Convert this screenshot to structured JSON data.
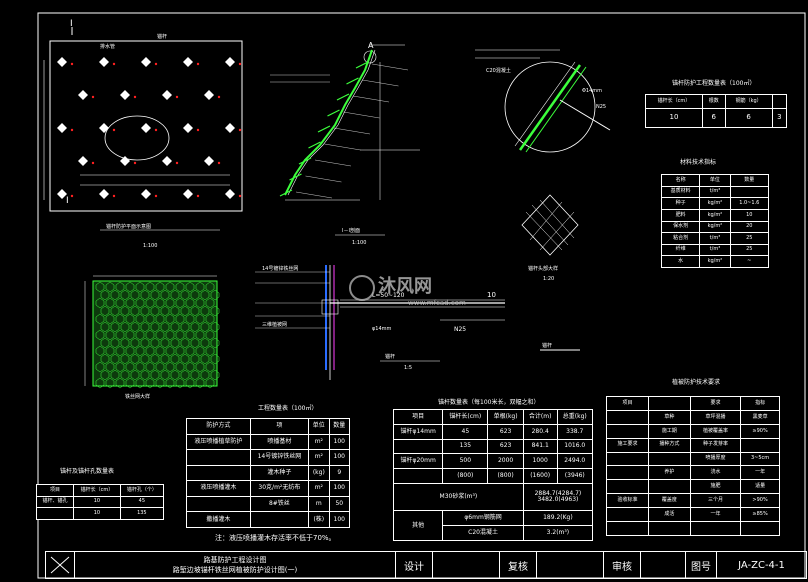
{
  "drawing": {
    "label_I_top": "I",
    "label_I_bottom": "I",
    "note_anchor": "锚杆",
    "note_pipe": "排水管",
    "plan_title": "锚杆防护平面示意图",
    "plan_scale": "1:100",
    "section_title": "I－I剖面",
    "section_scale": "1:100",
    "label_A": "A",
    "net_title": "铁丝网大样",
    "detail_title": "锚杆头部大样",
    "detail_scale": "1:20",
    "mid_anchor_len": "L=50~120",
    "mid_dim": "10",
    "mid_bar": "φ14mm",
    "mid_nail": "N25",
    "mid_title": "锚杆",
    "mid_scale": "1:5",
    "tiny_label": "锚杆",
    "watermark": "沐风网",
    "watermark_url": "www.mfcad.com",
    "note_left_1": "14号镀锌铁丝网",
    "note_left_2": "三维植被网",
    "note_right_1": "C20混凝土",
    "note_right_2": "Φ14mm",
    "note_right_3": "N25"
  },
  "table_top_right": {
    "title": "锚杆防护工程数量表（100㎡）",
    "headers": [
      "锚杆长（cm）",
      "根数",
      "钢筋（kg）"
    ],
    "row": [
      "10",
      "6",
      "6",
      "3"
    ]
  },
  "table_material": {
    "title": "材料技术指标",
    "headers": [
      "名称",
      "单位",
      "数量"
    ],
    "rows": [
      [
        "基质材料",
        "t/m³",
        ""
      ],
      [
        "种子",
        "kg/m²",
        "1.0~1.6"
      ],
      [
        "肥料",
        "kg/m²",
        "10"
      ],
      [
        "保水剂",
        "kg/m²",
        "20"
      ],
      [
        "粘合剂",
        "t/m³",
        "25"
      ],
      [
        "纤维",
        "t/m³",
        "25"
      ],
      [
        "水",
        "kg/m²",
        "~"
      ]
    ]
  },
  "table_quantity": {
    "title": "工程数量表（100㎡）",
    "headers": [
      "防护方式",
      "项",
      "单位",
      "数量"
    ],
    "rows": [
      [
        "液压喷播植草防护",
        "喷播基材",
        "m²",
        "100"
      ],
      [
        "",
        "14号镀锌铁丝网",
        "m²",
        "100"
      ],
      [
        "",
        "灌木种子",
        "(kg)",
        "9"
      ],
      [
        "液压喷播灌木",
        "30克/m²无纺布",
        "m²",
        "100"
      ],
      [
        "",
        "8#铁丝",
        "m",
        "50"
      ],
      [
        "撒播灌木",
        "",
        "(株)",
        "100"
      ]
    ],
    "note": "注：液压喷播灌木存活率不低于70%。"
  },
  "table_anchor": {
    "title": "锚杆数量表（每100米长，双幅之和）",
    "headers": [
      "项目",
      "锚杆长(cm)",
      "单根(kg)",
      "合计(m)",
      "总重(kg)"
    ],
    "rows": [
      [
        "锚杆φ14mm",
        "45",
        "623",
        "280.4",
        "338.7"
      ],
      [
        "",
        "135",
        "623",
        "841.1",
        "1016.0"
      ],
      [
        "锚杆φ20mm",
        "500",
        "2000",
        "1000",
        "2494.0"
      ],
      [
        "",
        "(800)",
        "(800)",
        "(1600)",
        "(3946)"
      ]
    ],
    "sum_label": "M30砂浆(m³)",
    "sum_val_1": "2884.7(4284.7)",
    "sum_val_2": "3482.0(4963)",
    "net_row_label": "φ6mm钢筋网",
    "net_row_val": "189.2(Kg)",
    "conc_row_label": "C20混凝土",
    "conc_row_val": "3.2(m³)",
    "side_label": "其他"
  },
  "table_left_bottom": {
    "title": "锚杆及锚杆孔数量表",
    "headers": [
      "项目",
      "锚杆长（cm）",
      "锚杆孔（个）"
    ],
    "rows": [
      [
        "锚杆、锚孔",
        "10",
        "45"
      ],
      [
        "",
        "10",
        "135"
      ]
    ]
  },
  "table_tech": {
    "title": "植被防护技术要求",
    "headers": [
      "项目",
      "",
      "要求",
      "指标"
    ],
    "rows": [
      [
        "",
        "草种",
        "草坪混播",
        "黑麦草"
      ],
      [
        "",
        "施工期",
        "植被覆盖率",
        "≥90%"
      ],
      [
        "施工要求",
        "播种方式",
        "种子发芽率",
        ""
      ],
      [
        "",
        "",
        "喷播厚度",
        "3~5cm"
      ],
      [
        "",
        "养护",
        "浇水",
        "一年"
      ],
      [
        "",
        "",
        "施肥",
        "适量"
      ],
      [
        "验收标准",
        "覆盖度",
        "三个月",
        ">90%"
      ],
      [
        "",
        "成活",
        "一年",
        "≥85%"
      ],
      [
        "",
        "",
        "",
        ""
      ]
    ]
  },
  "title_block": {
    "company": "路基防护工程设计图",
    "drawing_name": "路堑边坡锚杆铁丝网植被防护设计图(一)",
    "design": "设计",
    "review": "复核",
    "audit": "审核",
    "no_label": "图号",
    "no_value": "JA-ZC-4-1"
  },
  "colors": {
    "background": "#000000",
    "line": "#ffffff",
    "green": "#3cff3c",
    "red": "#ff2020",
    "blue": "#2a6cff",
    "magenta": "#ff40ff"
  }
}
